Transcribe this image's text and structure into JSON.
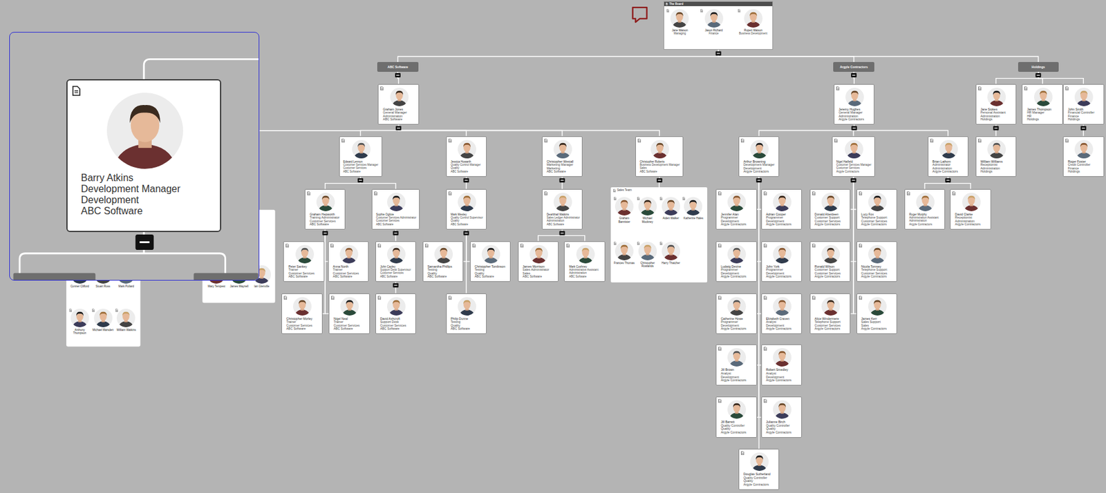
{
  "diagram": {
    "nodes": [
      {
        "text": [
          "The Board"
        ]
      },
      {
        "text": [
          "Jane Watson",
          "Managing"
        ],
        "in": 0
      },
      {
        "text": [
          "Jason Richard",
          "Finance"
        ],
        "in": 0
      },
      {
        "text": [
          "Rupert Watson",
          "Business Development"
        ],
        "in": 0
      },
      {
        "text": [
          "ABC Software"
        ]
      },
      {
        "text": [
          "Argyle Contractors"
        ]
      },
      {
        "text": [
          "Holdings"
        ]
      },
      {
        "text": [
          "Graham Jones",
          "General Manager",
          "Administration",
          "ABC Software"
        ]
      },
      {
        "text": [
          "Jeremy Hughes",
          "General Manager",
          "Administration",
          "Argyle Contractors"
        ]
      },
      {
        "text": [
          "Jane Stokes",
          "Personal Assistant",
          "Administration",
          "Holdings"
        ]
      },
      {
        "text": [
          "James Thompson",
          "HR Manager",
          "HR",
          "Holdings"
        ]
      },
      {
        "text": [
          "John Smith",
          "Financial Controller",
          "Finance",
          "Holdings"
        ]
      },
      {
        "text": [
          "Edward Lennon",
          "Customer Services Manager",
          "Customer Services",
          "ABC Software"
        ]
      },
      {
        "text": [
          "Jessica Howarth",
          "Quality Control Manager",
          "Quality",
          "ABC Software"
        ]
      },
      {
        "text": [
          "Christopher Westall",
          "Marketing Manager",
          "Marketing",
          "ABC Software"
        ]
      },
      {
        "text": [
          "Christopher Roberts",
          "Business Development Manager",
          "Sales",
          "ABC Software"
        ]
      },
      {
        "text": [
          "Arthur Browning",
          "Development Manager",
          "Development",
          "Argyle Contractors"
        ]
      },
      {
        "text": [
          "Nigel Hatfield",
          "Customer Services Manager",
          "Customer Services",
          "Argyle Contractors"
        ]
      },
      {
        "text": [
          "Brian Lathom",
          "Administrator",
          "Administration",
          "Argyle Contractors"
        ]
      },
      {
        "text": [
          "William Williams",
          "Receptionist",
          "Administration",
          "Holdings"
        ]
      },
      {
        "text": [
          "Roger Foster",
          "Credit Controller",
          "Finance",
          "Holdings"
        ]
      },
      {
        "text": [
          "Barry Atkins",
          "Development Manager",
          "Development",
          "ABC Software"
        ]
      },
      {
        "text": [
          "Graham Hepworth",
          "Training Administrator",
          "Customer Services",
          "ABC Software"
        ]
      },
      {
        "text": [
          "Sophie Ogilvie",
          "Customer Services Administrator",
          "Customer Services",
          "ABC Software"
        ]
      },
      {
        "text": [
          "Mark Wesley",
          "Quality Control Supervisor",
          "Quality",
          "ABC Software"
        ]
      },
      {
        "text": [
          "Dearbhail Watkins",
          "Sales Ledger Administrator",
          "Administration",
          "ABC Software"
        ]
      },
      {
        "text": [
          "Sales Team"
        ]
      },
      {
        "text": [
          "Graham Bannister"
        ],
        "in": 26
      },
      {
        "text": [
          "Michael Mockney"
        ],
        "in": 26
      },
      {
        "text": [
          "Aiden Walker"
        ],
        "in": 26
      },
      {
        "text": [
          "Katherine Hales"
        ],
        "in": 26
      },
      {
        "text": [
          "Frances Thomas"
        ],
        "in": 26
      },
      {
        "text": [
          "Christopher Rowlands"
        ],
        "in": 26
      },
      {
        "text": [
          "Harry Thatcher"
        ],
        "in": 26
      },
      {
        "text": [
          "Jennifer Alan",
          "Programmer",
          "Development",
          "Argyle Contractors"
        ]
      },
      {
        "text": [
          "Adrian Cooper",
          "Programmer",
          "Development",
          "Argyle Contractors"
        ]
      },
      {
        "text": [
          "Donald Aberdeen",
          "Customer Support",
          "Customer Services",
          "Argyle Contractors"
        ]
      },
      {
        "text": [
          "Lucy Fox",
          "Telephone Support",
          "Customer Services",
          "Argyle Contractors"
        ]
      },
      {
        "text": [
          "Roger Murphy",
          "Administration Assistant",
          "Administration",
          "Argyle Contractors"
        ]
      },
      {
        "text": [
          "David Clarke",
          "Receptionist",
          "Administration",
          "Argyle Contractors"
        ]
      },
      {
        "text": [
          "Peter Sankey",
          "Trainer",
          "Customer Services",
          "ABC Software"
        ]
      },
      {
        "text": [
          "Anna North",
          "Trainer",
          "Customer Services",
          "ABC Software"
        ]
      },
      {
        "text": [
          "John Cayley",
          "Support Desk Supervisor",
          "Customer Services",
          "ABC Software"
        ]
      },
      {
        "text": [
          "Samantha Phillips",
          "Testing",
          "Quality",
          "ABC Software"
        ]
      },
      {
        "text": [
          "Christopher Tomlinson",
          "Testing",
          "Quality",
          "ABC Software"
        ]
      },
      {
        "text": [
          "James Morrison",
          "Sales Administrator",
          "Sales",
          "ABC Software"
        ]
      },
      {
        "text": [
          "Mark Cushney",
          "Administrative Assistant",
          "Administration",
          "ABC Software"
        ]
      },
      {
        "text": [
          "Ludwig Devine",
          "Programmer",
          "Development",
          "Argyle Contractors"
        ]
      },
      {
        "text": [
          "John York",
          "Programmer",
          "Development",
          "Argyle Contractors"
        ]
      },
      {
        "text": [
          "Ronald Wilson",
          "Customer Support",
          "Customer Services",
          "Argyle Contractors"
        ]
      },
      {
        "text": [
          "Nicola Tomsey",
          "Telephone Support",
          "Customer Services",
          "Argyle Contractors"
        ]
      },
      {
        "text": [
          "Mary Tempest"
        ]
      },
      {
        "text": [
          "James Maynell"
        ]
      },
      {
        "text": [
          "Ian Glenville"
        ]
      },
      {
        "text": [
          "Conner Clifford"
        ]
      },
      {
        "text": [
          "Stuart Ross"
        ]
      },
      {
        "text": [
          "Mark Pollard"
        ]
      },
      {
        "text": [
          "Christopher Morley",
          "Trainer",
          "Customer Services",
          "ABC Software"
        ]
      },
      {
        "text": [
          "Nigel Neal",
          "Trainer",
          "Customer Services",
          "ABC Software"
        ]
      },
      {
        "text": [
          "David Ashcroft",
          "Support Desk",
          "Customer Services",
          "ABC Software"
        ]
      },
      {
        "text": [
          "Philip Dunne",
          "Testing",
          "Quality",
          "ABC Software"
        ]
      },
      {
        "text": [
          "Catherine Howe",
          "Programmer",
          "Development",
          "Argyle Contractors"
        ]
      },
      {
        "text": [
          "Elizabeth Craven",
          "Analyst",
          "Development",
          "Argyle Contractors"
        ]
      },
      {
        "text": [
          "Alice Windermere",
          "Telephone Support",
          "Customer Services",
          "Argyle Contractors"
        ]
      },
      {
        "text": [
          "James Kerr",
          "Sales Support",
          "Sales",
          "Argyle Contractors"
        ]
      },
      {
        "text": [
          "Anthony Thompson"
        ]
      },
      {
        "text": [
          "Michael Marsden"
        ]
      },
      {
        "text": [
          "William Watkins"
        ]
      },
      {
        "text": [
          "Jill Brown",
          "Analyst",
          "Development",
          "Argyle Contractors"
        ]
      },
      {
        "text": [
          "Robert Smedley",
          "Analyst",
          "Development",
          "Argyle Contractors"
        ]
      },
      {
        "text": [
          "Jill Barrett",
          "Quality Controller",
          "Quality",
          "Argyle Contractors"
        ]
      },
      {
        "text": [
          "Julianne Birch",
          "Quality Controller",
          "Quality",
          "Argyle Contractors"
        ]
      },
      {
        "text": [
          "Douglas Sutherland",
          "Quality Controller",
          "Quality",
          "Argyle Contractors"
        ]
      }
    ],
    "edges": [
      {
        "from": 0,
        "to": 4,
        "arrow": "none"
      },
      {
        "from": 0,
        "to": 5,
        "arrow": "none"
      },
      {
        "from": 0,
        "to": 6,
        "arrow": "none"
      },
      {
        "from": 4,
        "to": 7,
        "arrow": "none"
      },
      {
        "from": 5,
        "to": 8,
        "arrow": "none"
      },
      {
        "from": 6,
        "to": 9,
        "arrow": "none"
      },
      {
        "from": 6,
        "to": 10,
        "arrow": "none"
      },
      {
        "from": 6,
        "to": 11,
        "arrow": "none"
      },
      {
        "from": 7,
        "to": 12,
        "arrow": "none"
      },
      {
        "from": 7,
        "to": 13,
        "arrow": "none"
      },
      {
        "from": 7,
        "to": 14,
        "arrow": "none"
      },
      {
        "from": 7,
        "to": 15,
        "arrow": "none"
      },
      {
        "from": 8,
        "to": 16,
        "arrow": "none"
      },
      {
        "from": 8,
        "to": 17,
        "arrow": "none"
      },
      {
        "from": 8,
        "to": 18,
        "arrow": "none"
      },
      {
        "from": 9,
        "to": 19,
        "arrow": "none"
      },
      {
        "from": 11,
        "to": 20,
        "arrow": "none"
      },
      {
        "from": 12,
        "to": 22,
        "arrow": "none"
      },
      {
        "from": 12,
        "to": 23,
        "arrow": "none"
      },
      {
        "from": 13,
        "to": 24,
        "arrow": "none"
      },
      {
        "from": 14,
        "to": 25,
        "arrow": "none"
      },
      {
        "from": 15,
        "to": 26,
        "arrow": "none"
      },
      {
        "from": 16,
        "to": 34,
        "arrow": "none"
      },
      {
        "from": 16,
        "to": 35,
        "arrow": "none"
      },
      {
        "from": 16,
        "to": 47,
        "arrow": "none"
      },
      {
        "from": 16,
        "to": 48,
        "arrow": "none"
      },
      {
        "from": 16,
        "to": 61,
        "arrow": "none"
      },
      {
        "from": 16,
        "to": 62,
        "arrow": "none"
      },
      {
        "from": 16,
        "to": 68,
        "arrow": "none"
      },
      {
        "from": 16,
        "to": 69,
        "arrow": "none"
      },
      {
        "from": 16,
        "to": 70,
        "arrow": "none"
      },
      {
        "from": 16,
        "to": 71,
        "arrow": "none"
      },
      {
        "from": 16,
        "to": 72,
        "arrow": "none"
      },
      {
        "from": 17,
        "to": 36,
        "arrow": "none"
      },
      {
        "from": 17,
        "to": 37,
        "arrow": "none"
      },
      {
        "from": 17,
        "to": 49,
        "arrow": "none"
      },
      {
        "from": 17,
        "to": 50,
        "arrow": "none"
      },
      {
        "from": 17,
        "to": 63,
        "arrow": "none"
      },
      {
        "from": 17,
        "to": 64,
        "arrow": "none"
      },
      {
        "from": 18,
        "to": 38,
        "arrow": "none"
      },
      {
        "from": 18,
        "to": 39,
        "arrow": "none"
      },
      {
        "from": 22,
        "to": 40,
        "arrow": "none"
      },
      {
        "from": 22,
        "to": 41,
        "arrow": "none"
      },
      {
        "from": 22,
        "to": 57,
        "arrow": "none"
      },
      {
        "from": 22,
        "to": 58,
        "arrow": "none"
      },
      {
        "from": 23,
        "to": 42,
        "arrow": "none"
      },
      {
        "from": 42,
        "to": 59,
        "arrow": "none"
      },
      {
        "from": 24,
        "to": 43,
        "arrow": "none"
      },
      {
        "from": 24,
        "to": 44,
        "arrow": "none"
      },
      {
        "from": 24,
        "to": 60,
        "arrow": "none"
      },
      {
        "from": 25,
        "to": 45,
        "arrow": "none"
      },
      {
        "from": 25,
        "to": 46,
        "arrow": "none"
      }
    ]
  }
}
